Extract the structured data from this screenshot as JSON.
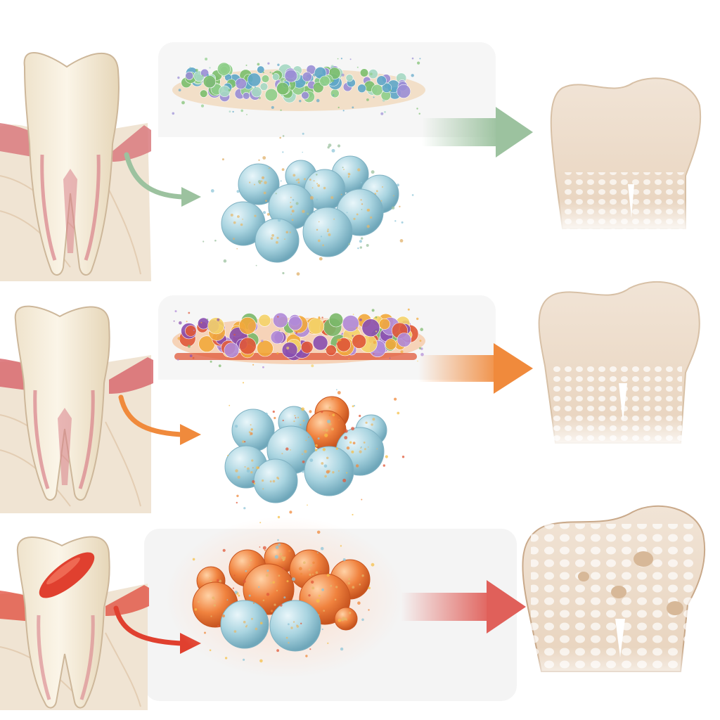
{
  "diagram": {
    "rows": [
      {
        "id": "healthy",
        "accent": "#9cc29f",
        "gum": "#d97a7e",
        "biofilm_palette": [
          "#7cbf6e",
          "#9b8fd6",
          "#a6d9c4",
          "#5fa7c9",
          "#8fcf8a"
        ],
        "cluster_palette": [
          "#a9d4e0"
        ],
        "tooth_outcome": "intact",
        "tooth_icon": "molar-tooth-icon",
        "bone_icon": "trabecular-bone-icon"
      },
      {
        "id": "moderate",
        "accent": "#f08a3c",
        "gum": "#d86a6f",
        "biofilm_palette": [
          "#8a4fb0",
          "#f2a93b",
          "#7bb86a",
          "#e0583a",
          "#b18ad9",
          "#f5d36a"
        ],
        "cluster_palette": [
          "#a9d4e0",
          "#f0a04a"
        ],
        "tooth_outcome": "porous",
        "tooth_icon": "molar-tooth-icon",
        "bone_icon": "trabecular-bone-icon"
      },
      {
        "id": "severe",
        "accent": "#e0605a",
        "gum": "#e04a3a",
        "biofilm_palette": [
          "#f07a3a",
          "#e8623a",
          "#f5a35a"
        ],
        "cluster_palette": [
          "#f0823e",
          "#a9d4e0"
        ],
        "tooth_outcome": "eroded",
        "tooth_icon": "molar-tooth-icon",
        "bone_icon": "trabecular-bone-icon"
      }
    ]
  }
}
